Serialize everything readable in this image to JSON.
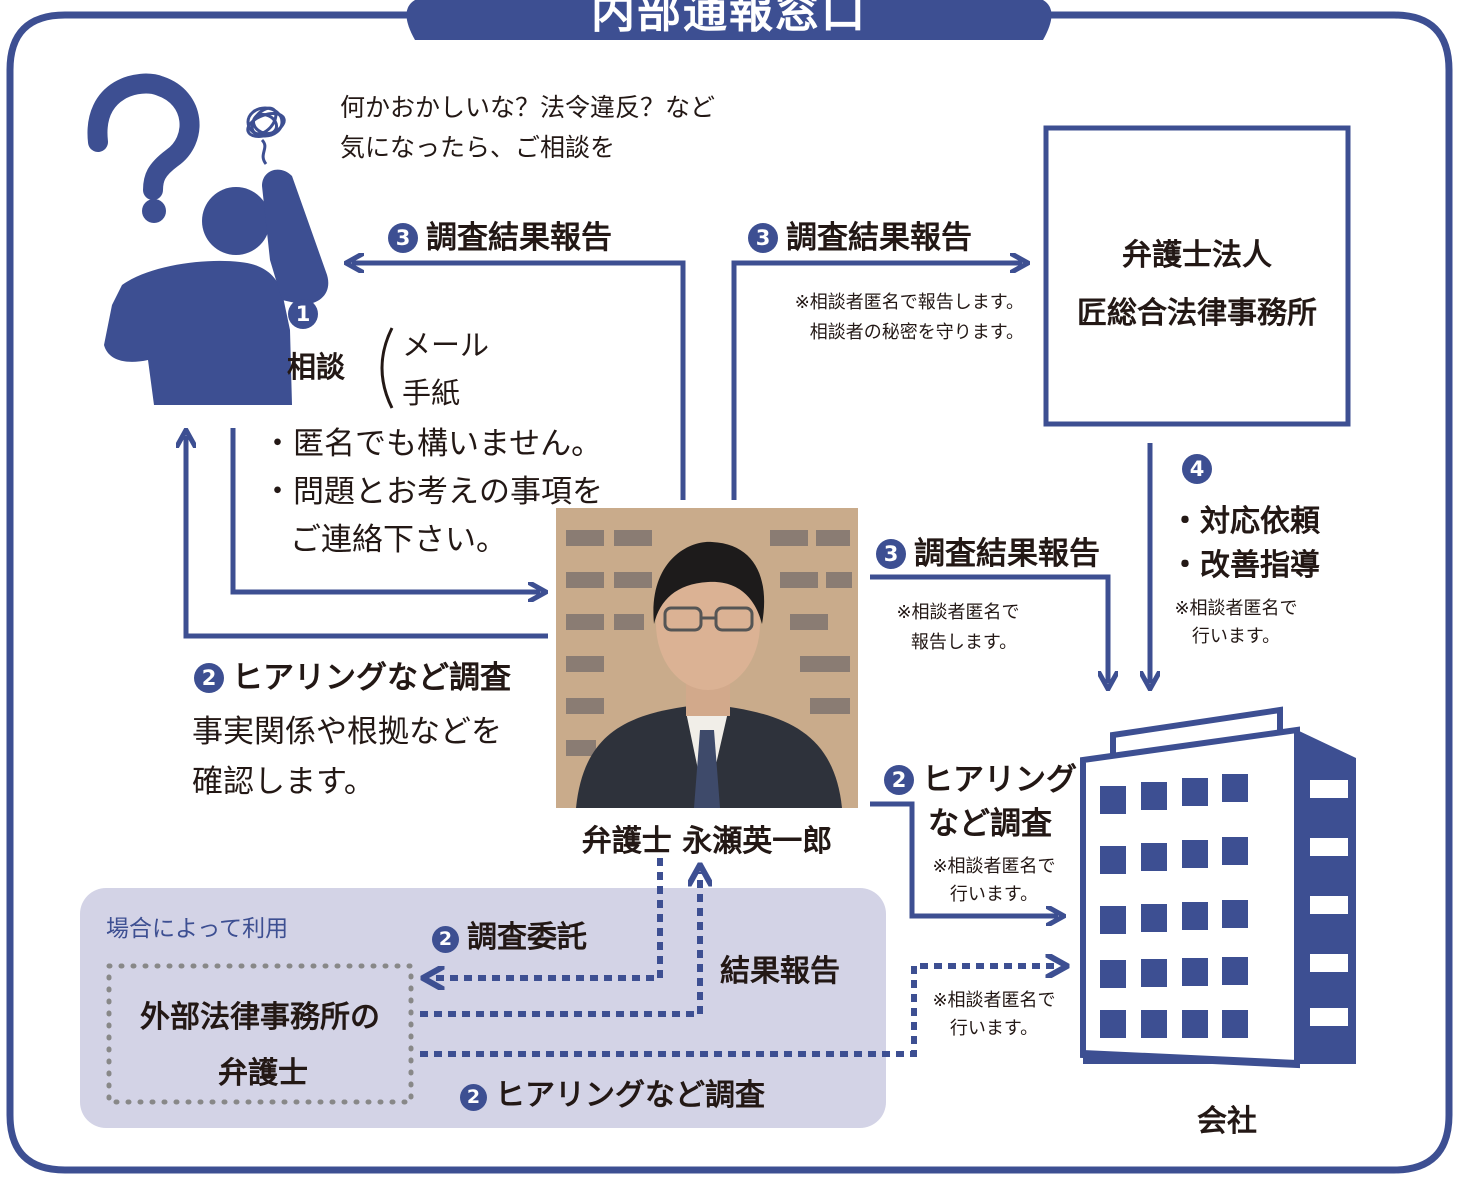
{
  "title": "内部通報窓口",
  "consultee": {
    "thought_line1": "何かおかしいな？法令違反？など",
    "thought_line2": "気になったら、ご相談を"
  },
  "step1": {
    "num": "1",
    "label": "相談",
    "method1": "メール",
    "method2": "手紙",
    "note1": "・匿名でも構いません。",
    "note2": "・問題とお考えの事項を",
    "note3": "ご連絡下さい。"
  },
  "report_to_consultee": {
    "num": "3",
    "label": "調査結果報告"
  },
  "report_to_firm": {
    "num": "3",
    "label": "調査結果報告",
    "note1": "※相談者匿名で報告します。",
    "note2": "相談者の秘密を守ります。"
  },
  "law_firm": {
    "line1": "弁護士法人",
    "line2": "匠総合法律事務所"
  },
  "step4": {
    "num": "4",
    "item1": "・対応依頼",
    "item2": "・改善指導",
    "note1": "※相談者匿名で",
    "note2": "行います。"
  },
  "report_to_company": {
    "num": "3",
    "label": "調査結果報告",
    "note1": "※相談者匿名で",
    "note2": "報告します。"
  },
  "hearing_consultee": {
    "num": "2",
    "label": "ヒアリングなど調査",
    "desc1": "事実関係や根拠などを",
    "desc2": "確認します。"
  },
  "hearing_company": {
    "num": "2",
    "label1": "ヒアリング",
    "label2": "など調査",
    "note1": "※相談者匿名で",
    "note2": "行います。"
  },
  "lawyer": {
    "name": "弁護士 永瀬英一郎"
  },
  "optional_area": {
    "label": "場合によって利用"
  },
  "outsource": {
    "num": "2",
    "label": "調査委託"
  },
  "result_report": {
    "label": "結果報告"
  },
  "external_lawyer": {
    "line1": "外部法律事務所の",
    "line2": "弁護士"
  },
  "external_hearing": {
    "num": "2",
    "label": "ヒアリングなど調査",
    "note1": "※相談者匿名で",
    "note2": "行います。"
  },
  "company": {
    "label": "会社"
  },
  "colors": {
    "primary": "#3d4f92",
    "optional_bg": "#d3d3e6",
    "text": "#231815",
    "dotted": "#888888"
  }
}
